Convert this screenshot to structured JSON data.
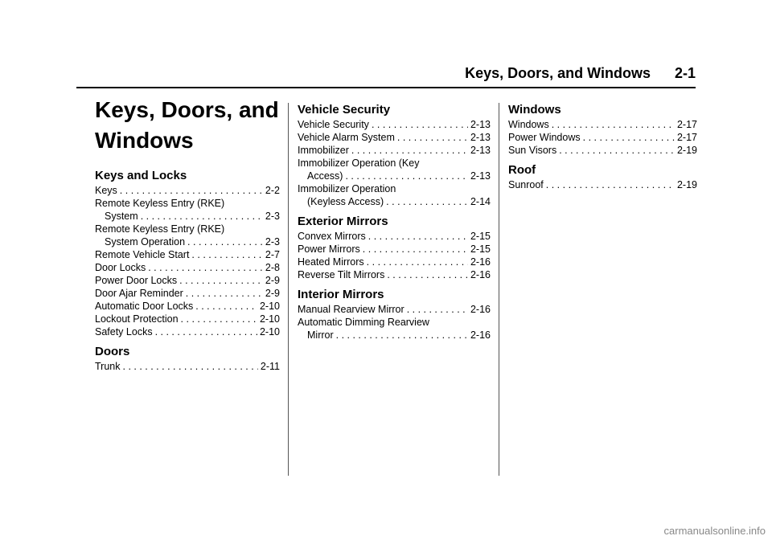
{
  "header": {
    "title": "Keys, Doors, and Windows",
    "page": "2-1"
  },
  "chapter": {
    "title_line1": "Keys, Doors, and",
    "title_line2": "Windows"
  },
  "col1": {
    "sections": [
      {
        "title": "Keys and Locks",
        "entries": [
          {
            "text": "Keys",
            "page": "2-2"
          },
          {
            "text": "Remote Keyless Entry (RKE)",
            "cont": "System",
            "page": "2-3"
          },
          {
            "text": "Remote Keyless Entry (RKE)",
            "cont": "System Operation",
            "page": "2-3"
          },
          {
            "text": "Remote Vehicle Start",
            "page": "2-7"
          },
          {
            "text": "Door Locks",
            "page": "2-8"
          },
          {
            "text": "Power Door Locks",
            "page": "2-9"
          },
          {
            "text": "Door Ajar Reminder",
            "page": "2-9"
          },
          {
            "text": "Automatic Door Locks",
            "page": "2-10"
          },
          {
            "text": "Lockout Protection",
            "page": "2-10"
          },
          {
            "text": "Safety Locks",
            "page": "2-10"
          }
        ]
      },
      {
        "title": "Doors",
        "entries": [
          {
            "text": "Trunk",
            "page": "2-11"
          }
        ]
      }
    ]
  },
  "col2": {
    "sections": [
      {
        "title": "Vehicle Security",
        "entries": [
          {
            "text": "Vehicle Security",
            "page": "2-13"
          },
          {
            "text": "Vehicle Alarm System",
            "page": "2-13"
          },
          {
            "text": "Immobilizer",
            "page": "2-13"
          },
          {
            "text": "Immobilizer Operation (Key",
            "cont": "Access)",
            "page": "2-13"
          },
          {
            "text": "Immobilizer Operation",
            "cont": "(Keyless Access)",
            "page": "2-14"
          }
        ]
      },
      {
        "title": "Exterior Mirrors",
        "entries": [
          {
            "text": "Convex Mirrors",
            "page": "2-15"
          },
          {
            "text": "Power Mirrors",
            "page": "2-15"
          },
          {
            "text": "Heated Mirrors",
            "page": "2-16"
          },
          {
            "text": "Reverse Tilt Mirrors",
            "page": "2-16"
          }
        ]
      },
      {
        "title": "Interior Mirrors",
        "entries": [
          {
            "text": "Manual Rearview Mirror",
            "page": "2-16"
          },
          {
            "text": "Automatic Dimming Rearview",
            "cont": "Mirror",
            "page": "2-16"
          }
        ]
      }
    ]
  },
  "col3": {
    "sections": [
      {
        "title": "Windows",
        "entries": [
          {
            "text": "Windows",
            "page": "2-17"
          },
          {
            "text": "Power Windows",
            "page": "2-17"
          },
          {
            "text": "Sun Visors",
            "page": "2-19"
          }
        ]
      },
      {
        "title": "Roof",
        "entries": [
          {
            "text": "Sunroof",
            "page": "2-19"
          }
        ]
      }
    ]
  },
  "footer": {
    "watermark": "carmanualsonline.info"
  }
}
